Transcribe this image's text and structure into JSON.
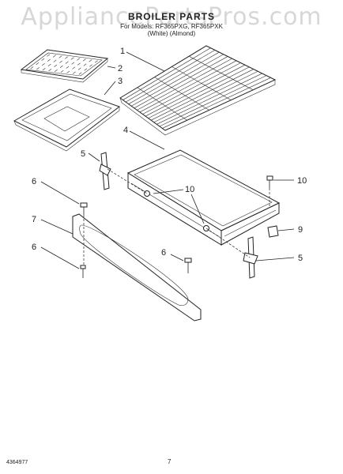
{
  "watermark": "AppliancePartsPros.com",
  "header": {
    "title": "BROILER PARTS",
    "subtitle": "For Models: RF365PXG, RF365PXK",
    "color_note": "(White)       (Almond)"
  },
  "callouts": [
    "1",
    "2",
    "3",
    "4",
    "5",
    "5",
    "6",
    "6",
    "6",
    "7",
    "9",
    "10",
    "10"
  ],
  "footer": {
    "part_number": "4364977",
    "page": "7"
  }
}
